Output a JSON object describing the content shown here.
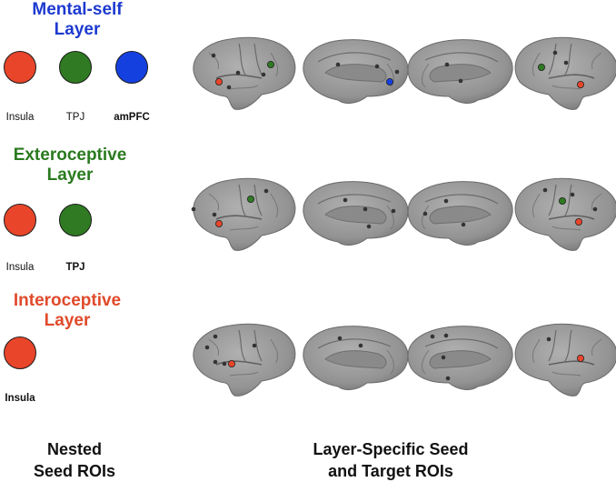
{
  "colors": {
    "mental_self": "#1d3ad0",
    "exteroceptive": "#2a7a1f",
    "interoceptive": "#e04a2b",
    "insula_fill": "#e8452a",
    "tpj_fill": "#2f7a23",
    "ampfc_fill": "#1540e0",
    "brain_fill": "#9a9a9a",
    "brain_shade": "#7c7c7c",
    "target_dot": "#333333"
  },
  "layers": [
    {
      "title_line1": "Mental-self",
      "title_line2": "Layer",
      "color": "mental_self",
      "seeds": [
        {
          "label": "Insula",
          "fill": "insula_fill",
          "bold": false
        },
        {
          "label": "TPJ",
          "fill": "tpj_fill",
          "bold": false
        },
        {
          "label": "amPFC",
          "fill": "ampfc_fill",
          "bold": true
        }
      ]
    },
    {
      "title_line1": "Exteroceptive",
      "title_line2": "Layer",
      "color": "exteroceptive",
      "seeds": [
        {
          "label": "Insula",
          "fill": "insula_fill",
          "bold": false
        },
        {
          "label": "TPJ",
          "fill": "tpj_fill",
          "bold": true
        }
      ]
    },
    {
      "title_line1": "Interoceptive",
      "title_line2": "Layer",
      "color": "interoceptive",
      "seeds": [
        {
          "label": "Insula",
          "fill": "insula_fill",
          "bold": true
        }
      ]
    }
  ],
  "footer": {
    "left_line1": "Nested",
    "left_line2": "Seed ROIs",
    "right_line1": "Layer-Specific Seed",
    "right_line2": "and Target ROIs"
  }
}
